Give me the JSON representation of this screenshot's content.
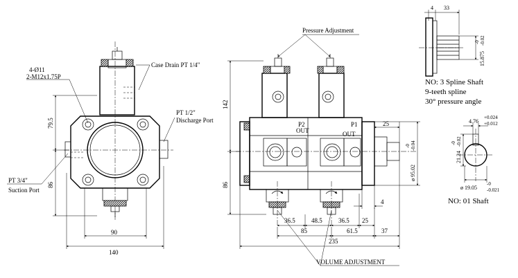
{
  "front_view": {
    "bolt_holes_label": "4-Ø11",
    "tap_label": "2-M12x1.75P",
    "case_drain_label": "Case Drain PT 1/4\"",
    "discharge_label_1": "PT 1/2\"",
    "discharge_label_2": "Discharge Port",
    "suction_label_1": "PT 3/4\"",
    "suction_label_2": "Suction Port",
    "dim_upper": "79.5",
    "dim_lower": "86",
    "dim_width_90": "90",
    "dim_width_140": "140"
  },
  "side_view": {
    "pressure_adjustment_label": "Pressure Adjustment",
    "volume_adjustment_label": "VOLUME  ADJUSTMENT",
    "p1_label": "P1",
    "p1_out": "OUT",
    "p2_label": "P2",
    "p2_out": "OUT",
    "dim_142": "142",
    "dim_86": "86",
    "dim_25_top": "25",
    "dim_flange": "ø 95.02",
    "dim_flange_tol": "-0.04",
    "dim_flange_tol_upper": "-0",
    "dim_4": "4",
    "dim_36_5_a": "36.5",
    "dim_48_5": "48.5",
    "dim_36_5_b": "36.5",
    "dim_25_bottom": "25",
    "dim_85": "85",
    "dim_61_5": "61.5",
    "dim_37": "37",
    "dim_235": "235"
  },
  "spline_shaft": {
    "dim_4": "4",
    "dim_33": "33",
    "dim_diameter": "15.875",
    "dim_diameter_tol_upper": "-0",
    "dim_diameter_tol_lower": "-0.02",
    "title": "NO:  3 Spline Shaft",
    "line2": "9-teeth spline",
    "line3": "30°  pressure angle"
  },
  "key_shaft": {
    "dim_key_width": "4.76",
    "dim_key_width_tol_upper": "+0.024",
    "dim_key_width_tol_lower": "+0.012",
    "dim_key_height": "21.24",
    "dim_key_height_tol_upper": "-0",
    "dim_key_height_tol_lower": "-0.02",
    "dim_shaft": "ø 19.05",
    "dim_shaft_tol_upper": "-0",
    "dim_shaft_tol_lower": "-0.021",
    "title": "NO:  01 Shaft"
  }
}
